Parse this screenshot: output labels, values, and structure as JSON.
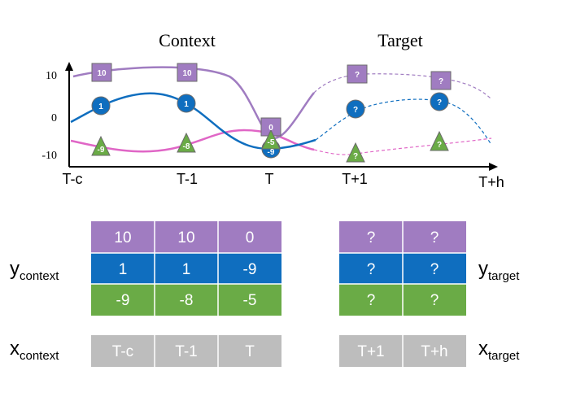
{
  "titles": {
    "context": "Context",
    "target": "Target"
  },
  "y_axis_ticks": [
    "10",
    "0",
    "-10"
  ],
  "x_axis_ticks": [
    "T-c",
    "T-1",
    "T",
    "T+1",
    "T+h"
  ],
  "colors": {
    "purple": "#A07CC1",
    "blue": "#0F6EBF",
    "green": "#6AAB46",
    "pink": "#E066C6",
    "gray": "#BDBDBD",
    "marker_stroke": "#6B6B6B"
  },
  "markers": {
    "purple": [
      "10",
      "10",
      "0",
      "?",
      "?"
    ],
    "blue": [
      "1",
      "1",
      "-9",
      "?",
      "?"
    ],
    "green": [
      "-9",
      "-8",
      "-5",
      "?",
      "?"
    ]
  },
  "context_table": {
    "rows": [
      {
        "color": "purple",
        "cells": [
          "10",
          "10",
          "0"
        ]
      },
      {
        "color": "blue",
        "cells": [
          "1",
          "1",
          "-9"
        ]
      },
      {
        "color": "green",
        "cells": [
          "-9",
          "-8",
          "-5"
        ]
      }
    ],
    "x_cells": [
      "T-c",
      "T-1",
      "T"
    ]
  },
  "target_table": {
    "rows": [
      {
        "color": "purple",
        "cells": [
          "?",
          "?"
        ]
      },
      {
        "color": "blue",
        "cells": [
          "?",
          "?"
        ]
      },
      {
        "color": "green",
        "cells": [
          "?",
          "?"
        ]
      }
    ],
    "x_cells": [
      "T+1",
      "T+h"
    ]
  },
  "labels": {
    "y_context": {
      "main": "y",
      "sub": "context"
    },
    "y_target": {
      "main": "y",
      "sub": "target"
    },
    "x_context": {
      "main": "x",
      "sub": "context"
    },
    "x_target": {
      "main": "x",
      "sub": "target"
    }
  }
}
